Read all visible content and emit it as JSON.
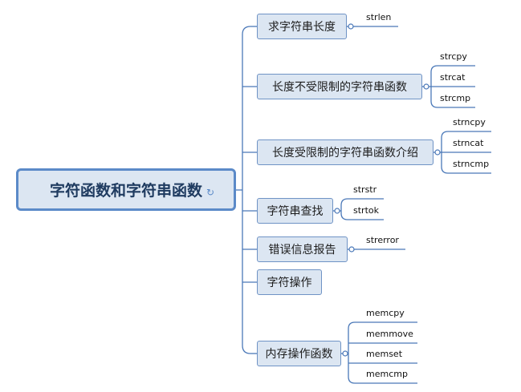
{
  "root": {
    "label": "字符函数和字符串函数"
  },
  "branches": [
    {
      "label": "求字符串长度",
      "children": [
        "strlen"
      ]
    },
    {
      "label": "长度不受限制的字符串函数",
      "children": [
        "strcpy",
        "strcat",
        "strcmp"
      ]
    },
    {
      "label": "长度受限制的字符串函数介绍",
      "children": [
        "strncpy",
        "strncat",
        "strncmp"
      ]
    },
    {
      "label": "字符串查找",
      "children": [
        "strstr",
        "strtok"
      ]
    },
    {
      "label": "错误信息报告",
      "children": [
        "strerror"
      ]
    },
    {
      "label": "字符操作",
      "children": []
    },
    {
      "label": "内存操作函数",
      "children": [
        "memcpy",
        "memmove",
        "memset",
        "memcmp"
      ]
    }
  ],
  "colors": {
    "line": "#4a78b8",
    "node_fill": "#dce6f2",
    "node_border": "#6f93c5"
  }
}
